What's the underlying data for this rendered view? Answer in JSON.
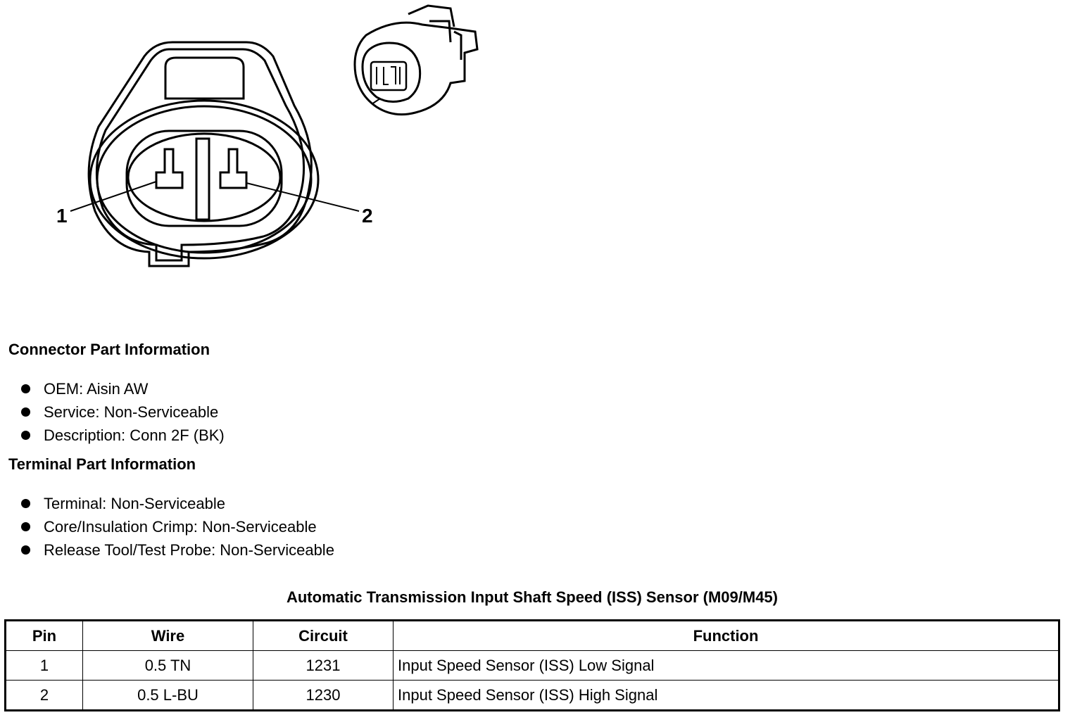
{
  "figure": {
    "callouts": [
      "1",
      "2"
    ]
  },
  "connector_info": {
    "heading": "Connector Part Information",
    "items": [
      "OEM: Aisin AW",
      "Service: Non-Serviceable",
      "Description: Conn 2F (BK)"
    ]
  },
  "terminal_info": {
    "heading": "Terminal Part Information",
    "items": [
      "Terminal: Non-Serviceable",
      "Core/Insulation Crimp: Non-Serviceable",
      "Release Tool/Test Probe: Non-Serviceable"
    ]
  },
  "pinout": {
    "title": "Automatic Transmission Input Shaft Speed (ISS) Sensor (M09/M45)",
    "headers": [
      "Pin",
      "Wire",
      "Circuit",
      "Function"
    ],
    "rows": [
      [
        "1",
        "0.5 TN",
        "1231",
        "Input Speed Sensor (ISS) Low Signal"
      ],
      [
        "2",
        "0.5 L-BU",
        "1230",
        "Input Speed Sensor (ISS) High Signal"
      ]
    ]
  }
}
